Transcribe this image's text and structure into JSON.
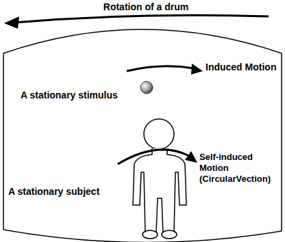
{
  "diagram": {
    "labels": [
      "Rotation of a drum",
      "Induced Motion",
      "A stationary stimulus",
      "Self-induced Motion (CircularVection)",
      "A stationary subject"
    ]
  }
}
